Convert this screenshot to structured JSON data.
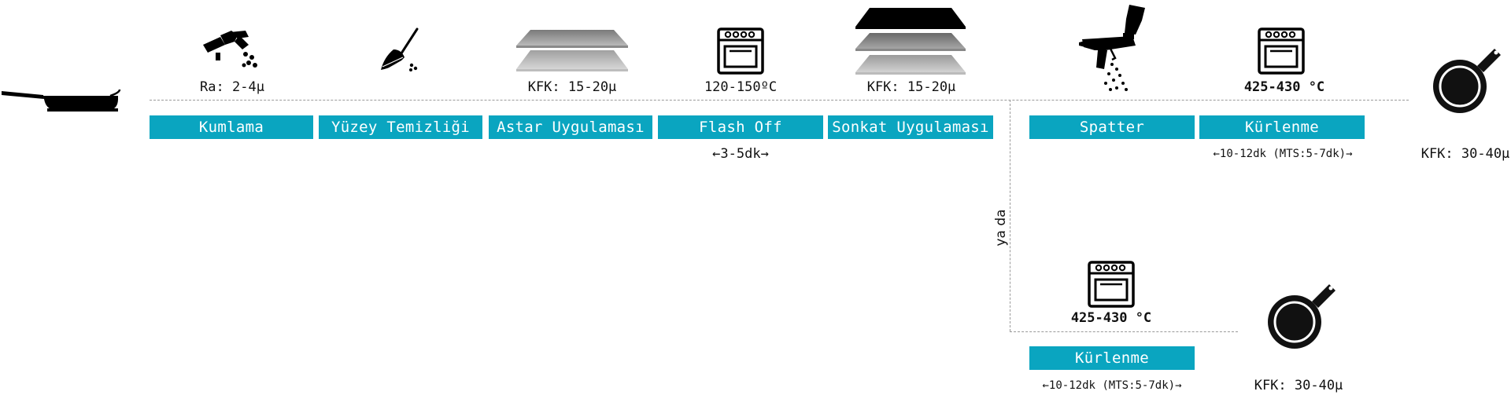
{
  "steps": {
    "kumlama": "Kumlama",
    "yuzey": "Yüzey Temizliği",
    "astar": "Astar Uygulaması",
    "flash": "Flash Off",
    "sonkat": "Sonkat Uygulaması",
    "spatter": "Spatter",
    "kurlenme_top": "Kürlenme",
    "kurlenme_bottom": "Kürlenme"
  },
  "labels": {
    "ra": "Ra: 2-4µ",
    "kfk_astar": "KFK: 15-20µ",
    "flash_temp": "120-150ºC",
    "kfk_sonkat": "KFK: 15-20µ",
    "cure_temp_top": "425-430 °C",
    "cure_temp_bottom": "425-430 °C",
    "flash_time": "←3-5dk→",
    "cure_time_top": "←10-12dk (MTS:5-7dk)→",
    "cure_time_bottom": "←10-12dk (MTS:5-7dk)→",
    "kfk_final_top": "KFK: 30-40µ",
    "kfk_final_bottom": "KFK: 30-40µ",
    "or": "ya da"
  },
  "icons": {
    "start": "frying-pan-side-icon",
    "sandblast": "sandblast-nozzle-icon",
    "clean": "broom-icon",
    "primer": "primer-layers-icon",
    "oven": "oven-icon",
    "topcoat": "topcoat-layers-icon",
    "spray": "spray-gun-icon",
    "pan": "frying-pan-top-icon"
  },
  "colors": {
    "step_bar": "#0aa5c0",
    "step_text": "#ffffff",
    "dash": "#9a9a9a",
    "icon": "#000000"
  }
}
